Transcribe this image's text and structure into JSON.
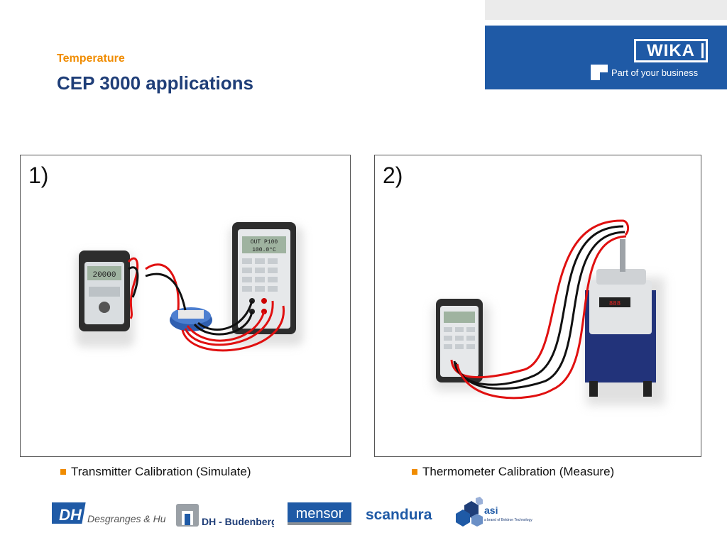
{
  "header": {
    "subtitle": "Temperature",
    "title": "CEP 3000 applications",
    "brand": "WIKA",
    "tagline": "Part of your business"
  },
  "panels": [
    {
      "number": "1)",
      "caption": "Transmitter Calibration (Simulate)"
    },
    {
      "number": "2)",
      "caption": "Thermometer Calibration (Measure)"
    }
  ],
  "devices": {
    "left_display": "20000",
    "right_display_line1": "OUT P100",
    "right_display_line2": "100.0°C"
  },
  "footer_logos": {
    "dh_mark": "DH",
    "dh_name": "Desgranges & Huot",
    "dhb_name": "DH - Budenberg",
    "mensor": "mensor",
    "scandura": "scandura",
    "asi": "asi",
    "asi_sub": "a brand of Beldron Technology"
  },
  "colors": {
    "accent_orange": "#f08c00",
    "title_blue": "#1f3e78",
    "brand_blue": "#1f5aa6",
    "wire_red": "#e01010",
    "wire_black": "#111111"
  }
}
